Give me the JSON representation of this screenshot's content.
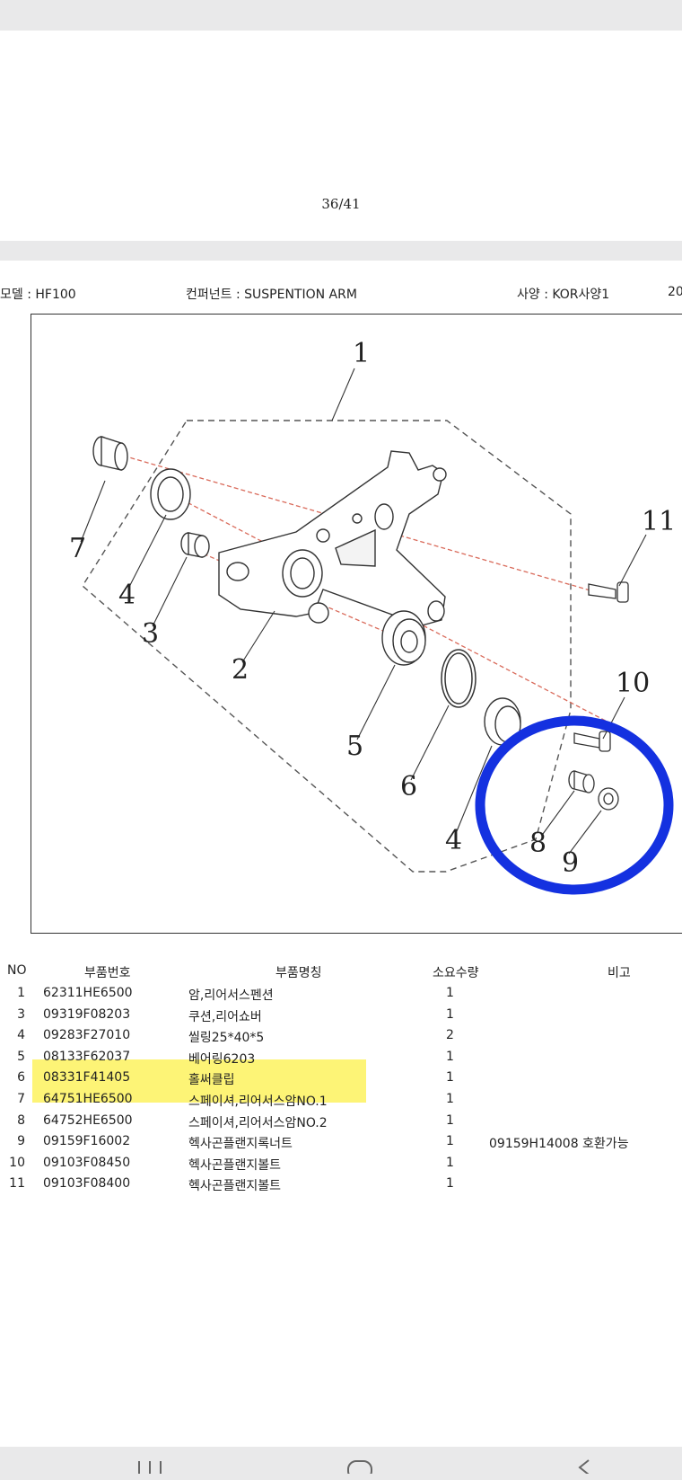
{
  "page_number": "36/41",
  "header": {
    "model": "모델 :  HF100",
    "component": "컨퍼넌트 :  SUSPENTION ARM",
    "spec": "사양 :  KOR사양1",
    "extra": "20"
  },
  "diagram_labels": [
    "1",
    "2",
    "3",
    "4",
    "4",
    "5",
    "6",
    "7",
    "8",
    "9",
    "10",
    "11"
  ],
  "table": {
    "headers": {
      "no": "NO",
      "part_no": "부품번호",
      "name": "부품명칭",
      "qty": "소요수량",
      "note": "비고"
    },
    "rows": [
      {
        "no": "1",
        "part_no": "62311HE6500",
        "name": "암,리어서스펜션",
        "qty": "1",
        "note": ""
      },
      {
        "no": "3",
        "part_no": "09319F08203",
        "name": "쿠션,리어쇼버",
        "qty": "1",
        "note": ""
      },
      {
        "no": "4",
        "part_no": "09283F27010",
        "name": "씰링25*40*5",
        "qty": "2",
        "note": ""
      },
      {
        "no": "5",
        "part_no": "08133F62037",
        "name": "베어링6203",
        "qty": "1",
        "note": ""
      },
      {
        "no": "6",
        "part_no": "08331F41405",
        "name": "홀써클립",
        "qty": "1",
        "note": ""
      },
      {
        "no": "7",
        "part_no": "64751HE6500",
        "name": "스페이셔,리어서스암NO.1",
        "qty": "1",
        "note": ""
      },
      {
        "no": "8",
        "part_no": "64752HE6500",
        "name": "스페이셔,리어서스암NO.2",
        "qty": "1",
        "note": ""
      },
      {
        "no": "9",
        "part_no": "09159F16002",
        "name": "헥사곤플랜지록너트",
        "qty": "1",
        "note": "09159H14008 호환가능"
      },
      {
        "no": "10",
        "part_no": "09103F08450",
        "name": "헥사곤플랜지볼트",
        "qty": "1",
        "note": ""
      },
      {
        "no": "11",
        "part_no": "09103F08400",
        "name": "헥사곤플랜지볼트",
        "qty": "1",
        "note": ""
      }
    ]
  },
  "colors": {
    "highlight": "#fdf476",
    "circle": "#1431e0",
    "red_line": "#d96a5a"
  },
  "nav_icons": [
    "recent-apps-icon",
    "home-icon",
    "back-icon"
  ]
}
